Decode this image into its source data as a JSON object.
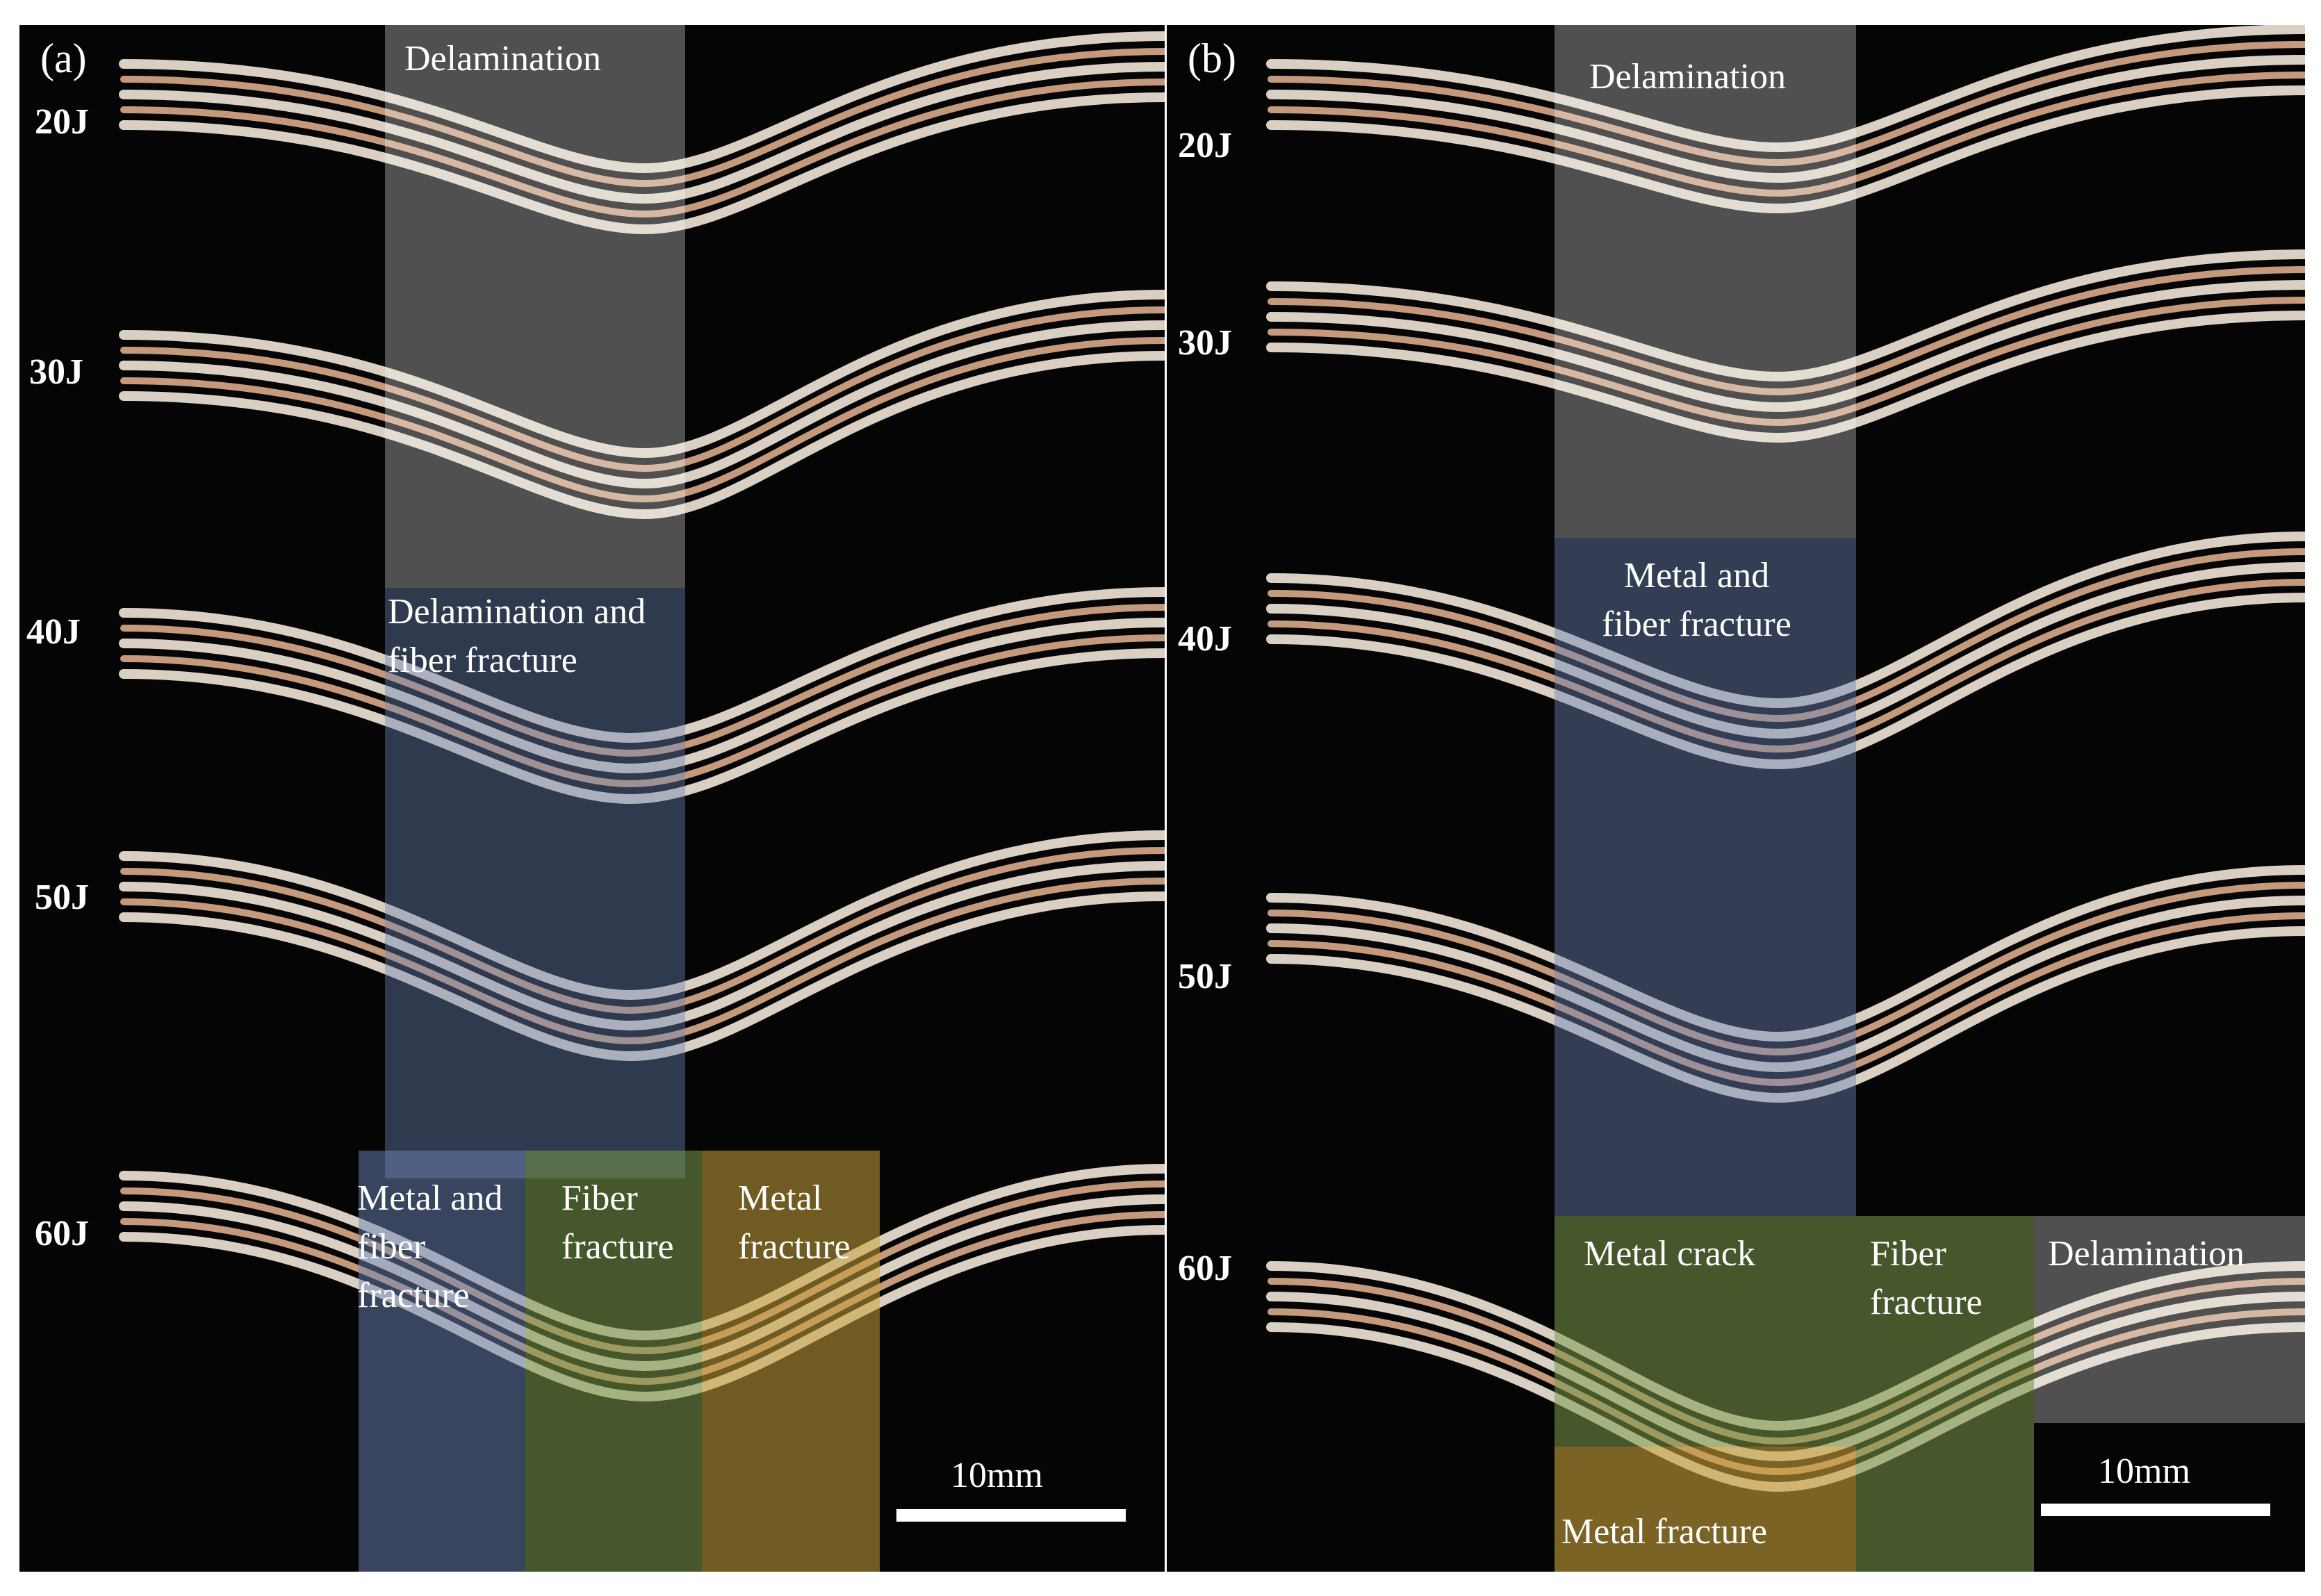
{
  "panels": [
    {
      "letter": "(a)",
      "energies": [
        "20J",
        "30J",
        "40J",
        "50J",
        "60J"
      ],
      "regions": {
        "delamination": "Delamination",
        "delamination_fiber": "Delamination and\nfiber fracture",
        "metal_fiber": "Metal and\nfiber\nfracture",
        "fiber": "Fiber\nfracture",
        "metal": "Metal\nfracture"
      },
      "scale": "10mm"
    },
    {
      "letter": "(b)",
      "energies": [
        "20J",
        "30J",
        "40J",
        "50J",
        "60J"
      ],
      "regions": {
        "delamination": "Delamination",
        "metal_fiber": "Metal and\nfiber fracture",
        "metal_crack": "Metal crack",
        "fiber": "Fiber\nfracture",
        "delamination_60": "Delamination",
        "metal_fracture": "Metal fracture"
      },
      "scale": "10mm"
    }
  ],
  "colors": {
    "background": "#050505",
    "strip": "#d9cfc2",
    "strip_copper": "#c59a7c",
    "grey_overlay": "#ffffff",
    "blue_overlay": "#6d86b8",
    "green_overlay": "#7c9a4a",
    "yellow_overlay": "#c9a23a"
  }
}
